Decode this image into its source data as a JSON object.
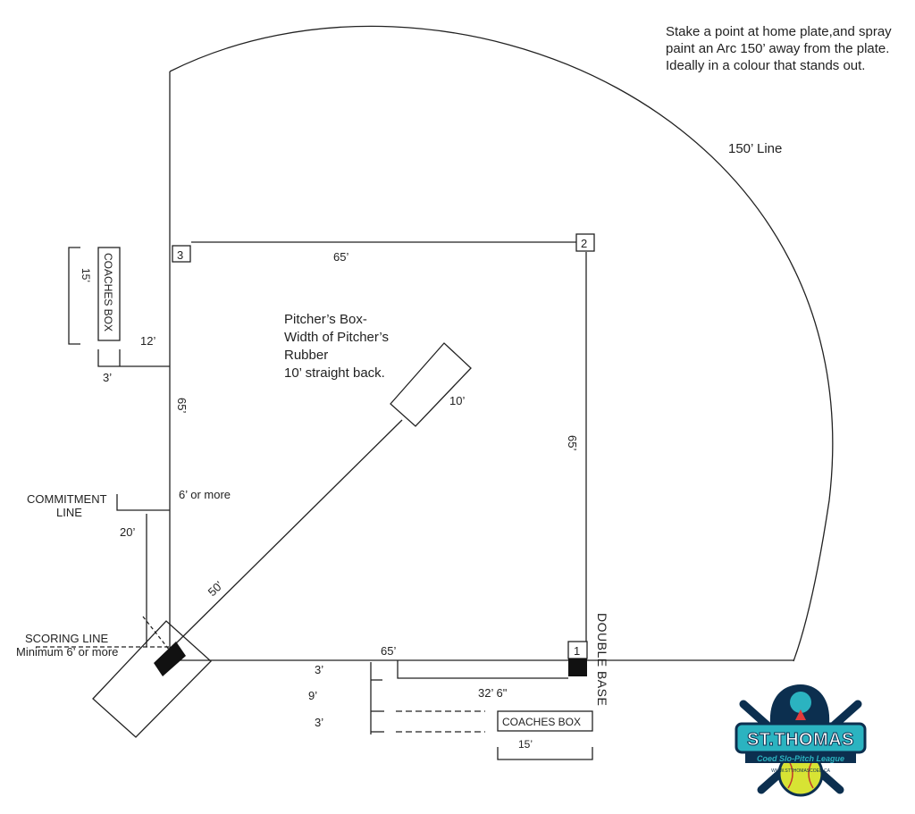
{
  "note": "Stake a point at home plate,and spray paint an Arc 150’ away from the plate. Ideally in a colour that stands out.",
  "arc_label": "150’ Line",
  "bases": {
    "first": "1",
    "second": "2",
    "third": "3"
  },
  "dimensions": {
    "third_to_second": "65’",
    "home_to_third": "65’",
    "first_to_second": "65’",
    "home_to_first": "65’",
    "pitch_distance": "50’",
    "pitchers_box_depth": "10’",
    "commitment_offset": "6’ or more",
    "commitment_distance": "20’",
    "first_line_extension": "32’ 6\"",
    "first_coach_gap_1": "3’",
    "first_coach_gap_2": "9’",
    "first_coach_gap_3": "3’",
    "first_coach_length": "15’",
    "third_coach_length": "15’",
    "third_coach_offset": "12’",
    "third_coach_width": "3’"
  },
  "labels": {
    "pitchers_box": [
      "Pitcher’s Box-",
      "Width of Pitcher’s",
      "Rubber",
      "10’ straight back."
    ],
    "commitment_line": [
      "COMMITMENT",
      "LINE"
    ],
    "scoring_line": [
      "SCORING LINE",
      "Minimum 6’ or more"
    ],
    "coaches_box_third": "COACHES BOX",
    "coaches_box_first": "COACHES BOX",
    "double_base": "DOUBLE BASE"
  },
  "logo": {
    "text_main": "ST.THOMAS",
    "text_sub": "Coed Slo-Pitch League",
    "text_url": "WWW.STTHOMASCOED.CA"
  },
  "colors": {
    "line": "#222222",
    "logo_navy": "#0c2f4f",
    "logo_teal": "#2bb3c0",
    "logo_ball": "#d7e334"
  }
}
